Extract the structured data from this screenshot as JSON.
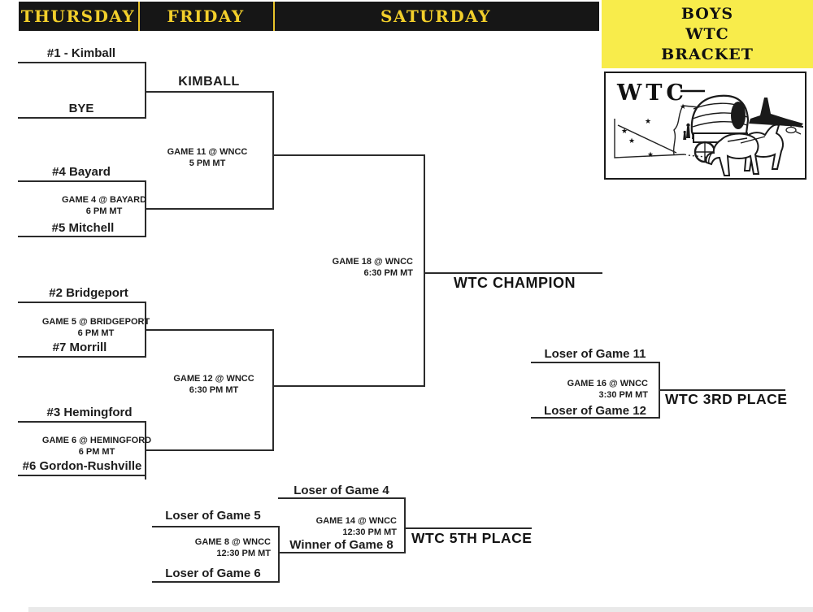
{
  "header": {
    "thursday": "THURSDAY",
    "friday": "FRIDAY",
    "saturday": "SATURDAY"
  },
  "title_box": {
    "line1": "BOYS",
    "line2": "WTC",
    "line3": "BRACKET"
  },
  "logo": {
    "text": "WTC"
  },
  "teams": {
    "seed1": "#1 - Kimball",
    "bye": "BYE",
    "advancer": "KIMBALL",
    "seed4": "#4 Bayard",
    "seed5": "#5 Mitchell",
    "seed2": "#2 Bridgeport",
    "seed7": "#7 Morrill",
    "seed3": "#3 Hemingford",
    "seed6": "#6 Gordon-Rushville"
  },
  "slots": {
    "loser11": "Loser of Game 11",
    "loser12": "Loser of Game 12",
    "loser4": "Loser of Game 4",
    "winner8": "Winner of Game 8",
    "loser5": "Loser of Game 5",
    "loser6": "Loser of Game 6"
  },
  "games": {
    "game4": {
      "line1": "GAME 4 @ BAYARD",
      "line2": "6 PM MT"
    },
    "game5": {
      "line1": "GAME 5 @ BRIDGEPORT",
      "line2": "6 PM MT"
    },
    "game6": {
      "line1": "GAME 6 @ HEMINGFORD",
      "line2": "6 PM MT"
    },
    "game8": {
      "line1": "GAME 8 @ WNCC",
      "line2": "12:30 PM MT"
    },
    "game11": {
      "line1": "GAME 11 @ WNCC",
      "line2": "5 PM MT"
    },
    "game12": {
      "line1": "GAME 12 @ WNCC",
      "line2": "6:30 PM MT"
    },
    "game14": {
      "line1": "GAME 14 @ WNCC",
      "line2": "12:30 PM MT"
    },
    "game16": {
      "line1": "GAME 16 @ WNCC",
      "line2": "3:30 PM MT"
    },
    "game18": {
      "line1": "GAME 18 @ WNCC",
      "line2": "6:30 PM MT"
    }
  },
  "placements": {
    "champion": "WTC CHAMPION",
    "third": "WTC 3RD PLACE",
    "fifth": "WTC 5TH PLACE"
  },
  "colors": {
    "header_bg": "#161616",
    "header_text": "#F2CF2B",
    "title_box_bg": "#F8EC4B",
    "bracket_line": "#2b2b2b"
  }
}
